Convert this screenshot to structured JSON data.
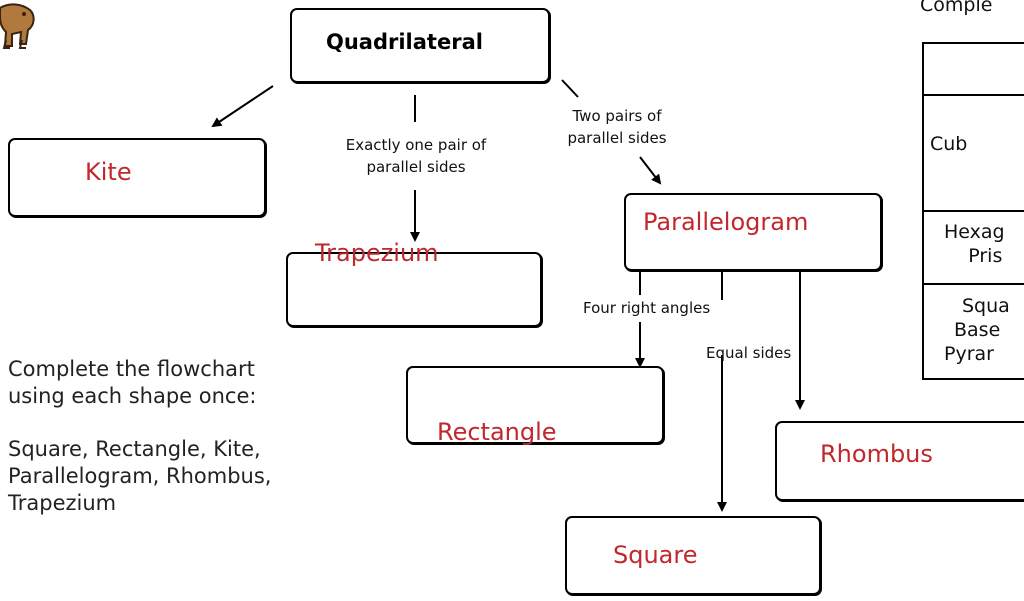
{
  "flowchart": {
    "root": "Quadrilateral",
    "nodes": {
      "kite": "Kite",
      "trapezium": "Trapezium",
      "parallelogram": "Parallelogram",
      "rectangle": "Rectangle",
      "square": "Square",
      "rhombus": "Rhombus"
    },
    "edge_labels": {
      "one_pair_line1": "Exactly one pair of",
      "one_pair_line2": "parallel sides",
      "two_pairs_line1": "Two pairs of",
      "two_pairs_line2": "parallel sides",
      "four_right_angles": "Four right angles",
      "equal_sides": "Equal sides"
    }
  },
  "instructions": {
    "line1": "Complete the flowchart",
    "line2": "using each shape once:",
    "line3": "Square, Rectangle, Kite,",
    "line4": "Parallelogram, Rhombus,",
    "line5": "Trapezium"
  },
  "right_panel": {
    "heading": "Comple",
    "rows": [
      [
        ""
      ],
      [
        "Cub"
      ],
      [
        "Hexag",
        "Pris"
      ],
      [
        "Squa",
        "Base",
        "Pyrar"
      ]
    ]
  },
  "colors": {
    "answer_text": "#c0282d",
    "border": "#000000"
  },
  "icons": {
    "mascot": "camel-cartoon-icon"
  }
}
